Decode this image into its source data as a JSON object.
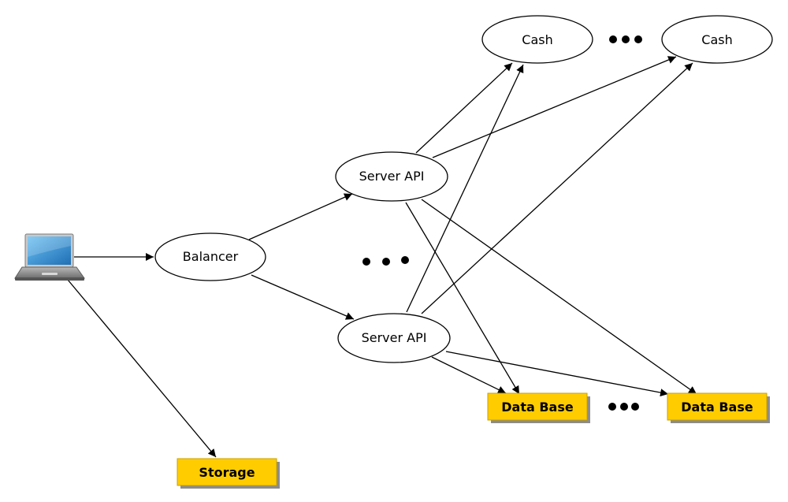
{
  "nodes": {
    "laptop": {
      "icon": "laptop-icon"
    },
    "balancer": {
      "label": "Balancer"
    },
    "server_api_top": {
      "label": "Server API"
    },
    "server_api_bottom": {
      "label": "Server API"
    },
    "cash_left": {
      "label": "Cash"
    },
    "cash_right": {
      "label": "Cash"
    },
    "database_left": {
      "label": "Data Base"
    },
    "database_right": {
      "label": "Data Base"
    },
    "storage": {
      "label": "Storage"
    }
  },
  "edges": [
    [
      "laptop",
      "balancer"
    ],
    [
      "laptop",
      "storage"
    ],
    [
      "balancer",
      "server_api_top"
    ],
    [
      "balancer",
      "server_api_bottom"
    ],
    [
      "server_api_top",
      "cash_left"
    ],
    [
      "server_api_top",
      "cash_right"
    ],
    [
      "server_api_top",
      "database_left"
    ],
    [
      "server_api_top",
      "database_right"
    ],
    [
      "server_api_bottom",
      "cash_left"
    ],
    [
      "server_api_bottom",
      "cash_right"
    ],
    [
      "server_api_bottom",
      "database_left"
    ],
    [
      "server_api_bottom",
      "database_right"
    ]
  ],
  "colors": {
    "box_fill": "#ffcc00",
    "box_stroke": "#c8a000",
    "box_shadow": "#8c8c8c",
    "line": "#000000",
    "laptop_screen": "#3a93d6",
    "laptop_body": "#8a8a8a"
  }
}
